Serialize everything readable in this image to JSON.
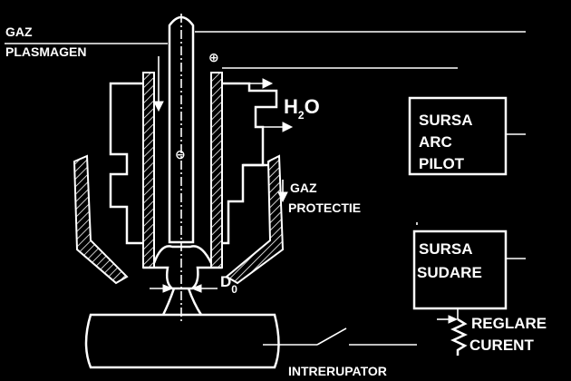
{
  "labels": {
    "plasma_gas_line1": "GAZ",
    "plasma_gas_line2": "PLASMAGEN",
    "water": "H",
    "water_sub": "2",
    "water_o": "O",
    "pilot_source_line1": "SURSA",
    "pilot_source_line2": "ARC",
    "pilot_source_line3": "PILOT",
    "shield_gas_line1": "GAZ",
    "shield_gas_line2": "PROTECTIE",
    "welding_source_line1": "SURSA",
    "welding_source_line2": "SUDARE",
    "current_adjust_line1": "REGLARE",
    "current_adjust_line2": "CURENT",
    "switch": "INTRERUPATOR",
    "nozzle_diameter": "D",
    "nozzle_diameter_sub": "0",
    "positive_sign": "⊕",
    "negative_sign": "⊖"
  },
  "colors": {
    "background": "#000000",
    "foreground": "#ffffff"
  }
}
